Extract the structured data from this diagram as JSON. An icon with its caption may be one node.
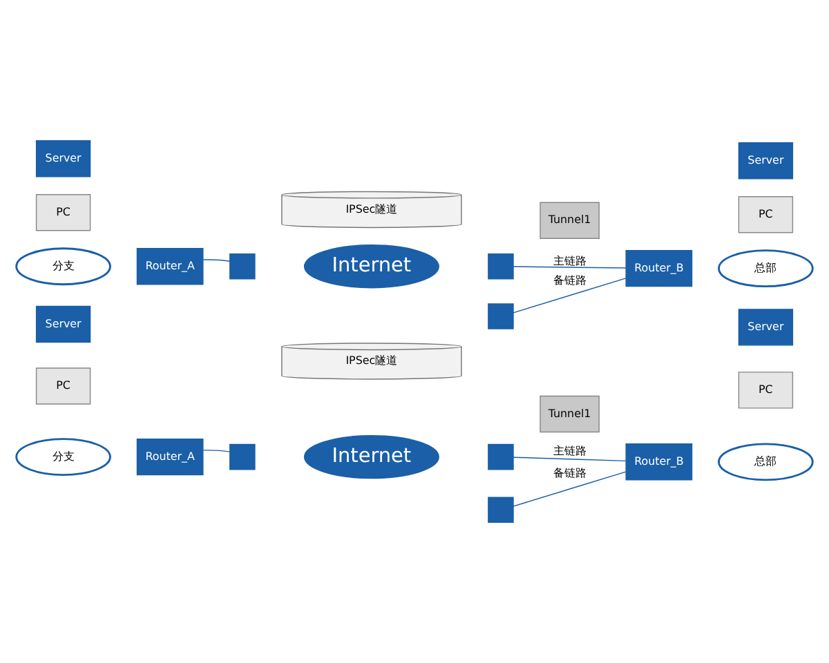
{
  "diagram": {
    "nodes": [
      {
        "text": [
          "分支"
        ]
      },
      {
        "text": [
          "PC"
        ]
      },
      {
        "text": [
          "Server"
        ]
      },
      {
        "text": [
          "Router_A"
        ]
      },
      {
        "text": [
          "Internet"
        ]
      },
      {
        "text": [],
        "shape": "box"
      },
      {
        "text": [],
        "shape": "box"
      },
      {
        "text": [],
        "shape": "box"
      },
      {
        "text": [
          "Tunnel1"
        ]
      },
      {
        "text": [
          "Router_B"
        ]
      },
      {
        "text": [
          "总部"
        ]
      },
      {
        "text": [
          "PC"
        ]
      },
      {
        "text": [
          "Server"
        ]
      },
      {
        "text": [
          "IPSec隧道"
        ]
      },
      {
        "text": [
          "分支"
        ]
      },
      {
        "text": [
          "PC"
        ]
      },
      {
        "text": [
          "Server"
        ]
      },
      {
        "text": [
          "Router_A"
        ]
      },
      {
        "text": [
          "Internet"
        ]
      },
      {
        "text": [],
        "shape": "box"
      },
      {
        "text": [],
        "shape": "box"
      },
      {
        "text": [],
        "shape": "box"
      },
      {
        "text": [
          "Tunnel1"
        ]
      },
      {
        "text": [
          "Router_B"
        ]
      },
      {
        "text": [
          "总部"
        ]
      },
      {
        "text": [
          "PC"
        ]
      },
      {
        "text": [
          "Server"
        ]
      },
      {
        "text": [
          "IPSec隧道"
        ]
      }
    ],
    "edges": [
      {
        "from": 3,
        "to": 5,
        "arrow": "none"
      },
      {
        "from": 6,
        "to": 9,
        "arrow": "none",
        "label": "主链路"
      },
      {
        "from": 7,
        "to": 9,
        "arrow": "none",
        "label": "备链路"
      },
      {
        "from": 17,
        "to": 19,
        "arrow": "none"
      },
      {
        "from": 20,
        "to": 23,
        "arrow": "none",
        "label": "主链路"
      },
      {
        "from": 21,
        "to": 23,
        "arrow": "none",
        "label": "备链路"
      }
    ]
  }
}
